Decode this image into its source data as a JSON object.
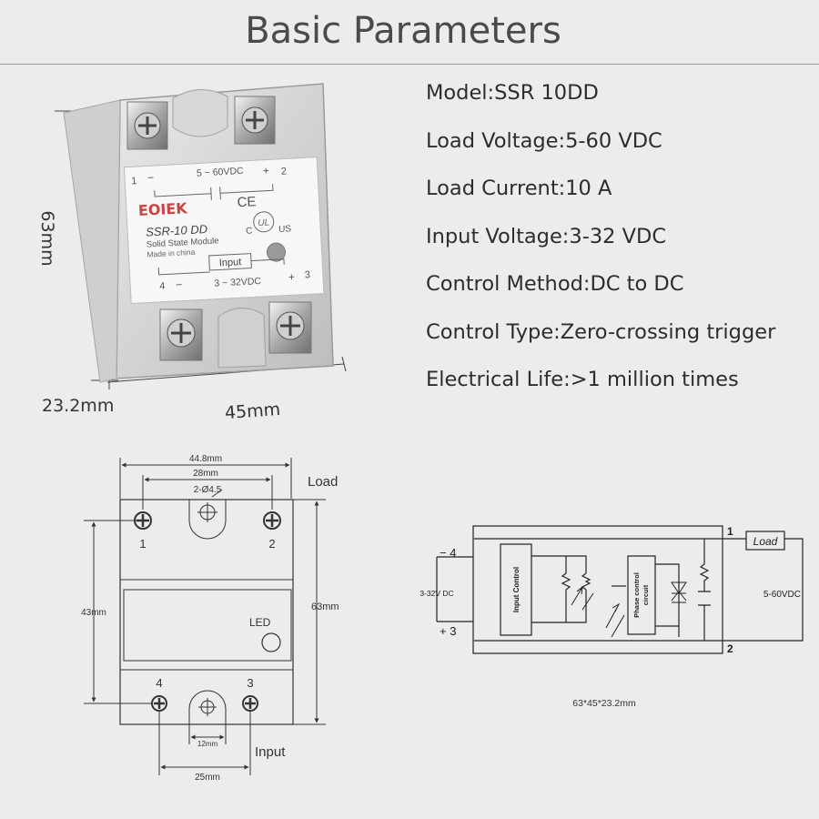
{
  "title": "Basic Parameters",
  "parameters": [
    {
      "label": "Model:SSR 10DD"
    },
    {
      "label": "Load Voltage:5-60 VDC"
    },
    {
      "label": "Load Current:10 A"
    },
    {
      "label": "Input Voltage:3-32 VDC"
    },
    {
      "label": "Control Method:DC to DC"
    },
    {
      "label": "Control Type:Zero-crossing trigger"
    },
    {
      "label": "Electrical Life:>1 million times"
    }
  ],
  "photo": {
    "dim_height": "63mm",
    "dim_width": "45mm",
    "dim_depth": "23.2mm",
    "label": {
      "t1": "1",
      "t2": "2",
      "t3": "3",
      "t4": "4",
      "minus_top": "−",
      "plus_top": "+",
      "load_voltage": "5 ~ 60VDC",
      "brand": "EOIEK",
      "ce": "CE",
      "model": "SSR-10 DD",
      "desc": "Solid State Module",
      "made": "Made in china",
      "ul_c": "C",
      "ul_us": "US",
      "ul_mark": "UL",
      "input": "Input",
      "input_voltage": "3 ~ 32VDC",
      "minus_bottom": "−",
      "plus_bottom": "+"
    }
  },
  "drawing": {
    "w_overall": "44.8mm",
    "w_holes": "28mm",
    "hole_spec": "2-Ø4.5",
    "load": "Load",
    "h_inner": "43mm",
    "h_overall": "63mm",
    "led": "LED",
    "t1": "1",
    "t2": "2",
    "t3": "3",
    "t4": "4",
    "w_slot": "12mm",
    "w_terminals": "25mm",
    "input": "Input"
  },
  "schematic": {
    "minus4": "− 4",
    "plus3": "+ 3",
    "input_voltage": "3-32V DC",
    "input_control": "Input Control",
    "phase_control": "Phase control",
    "circuit": "circuit",
    "t1": "1",
    "t2": "2",
    "load": "Load",
    "load_voltage": "5-60VDC",
    "size": "63*45*23.2mm"
  }
}
